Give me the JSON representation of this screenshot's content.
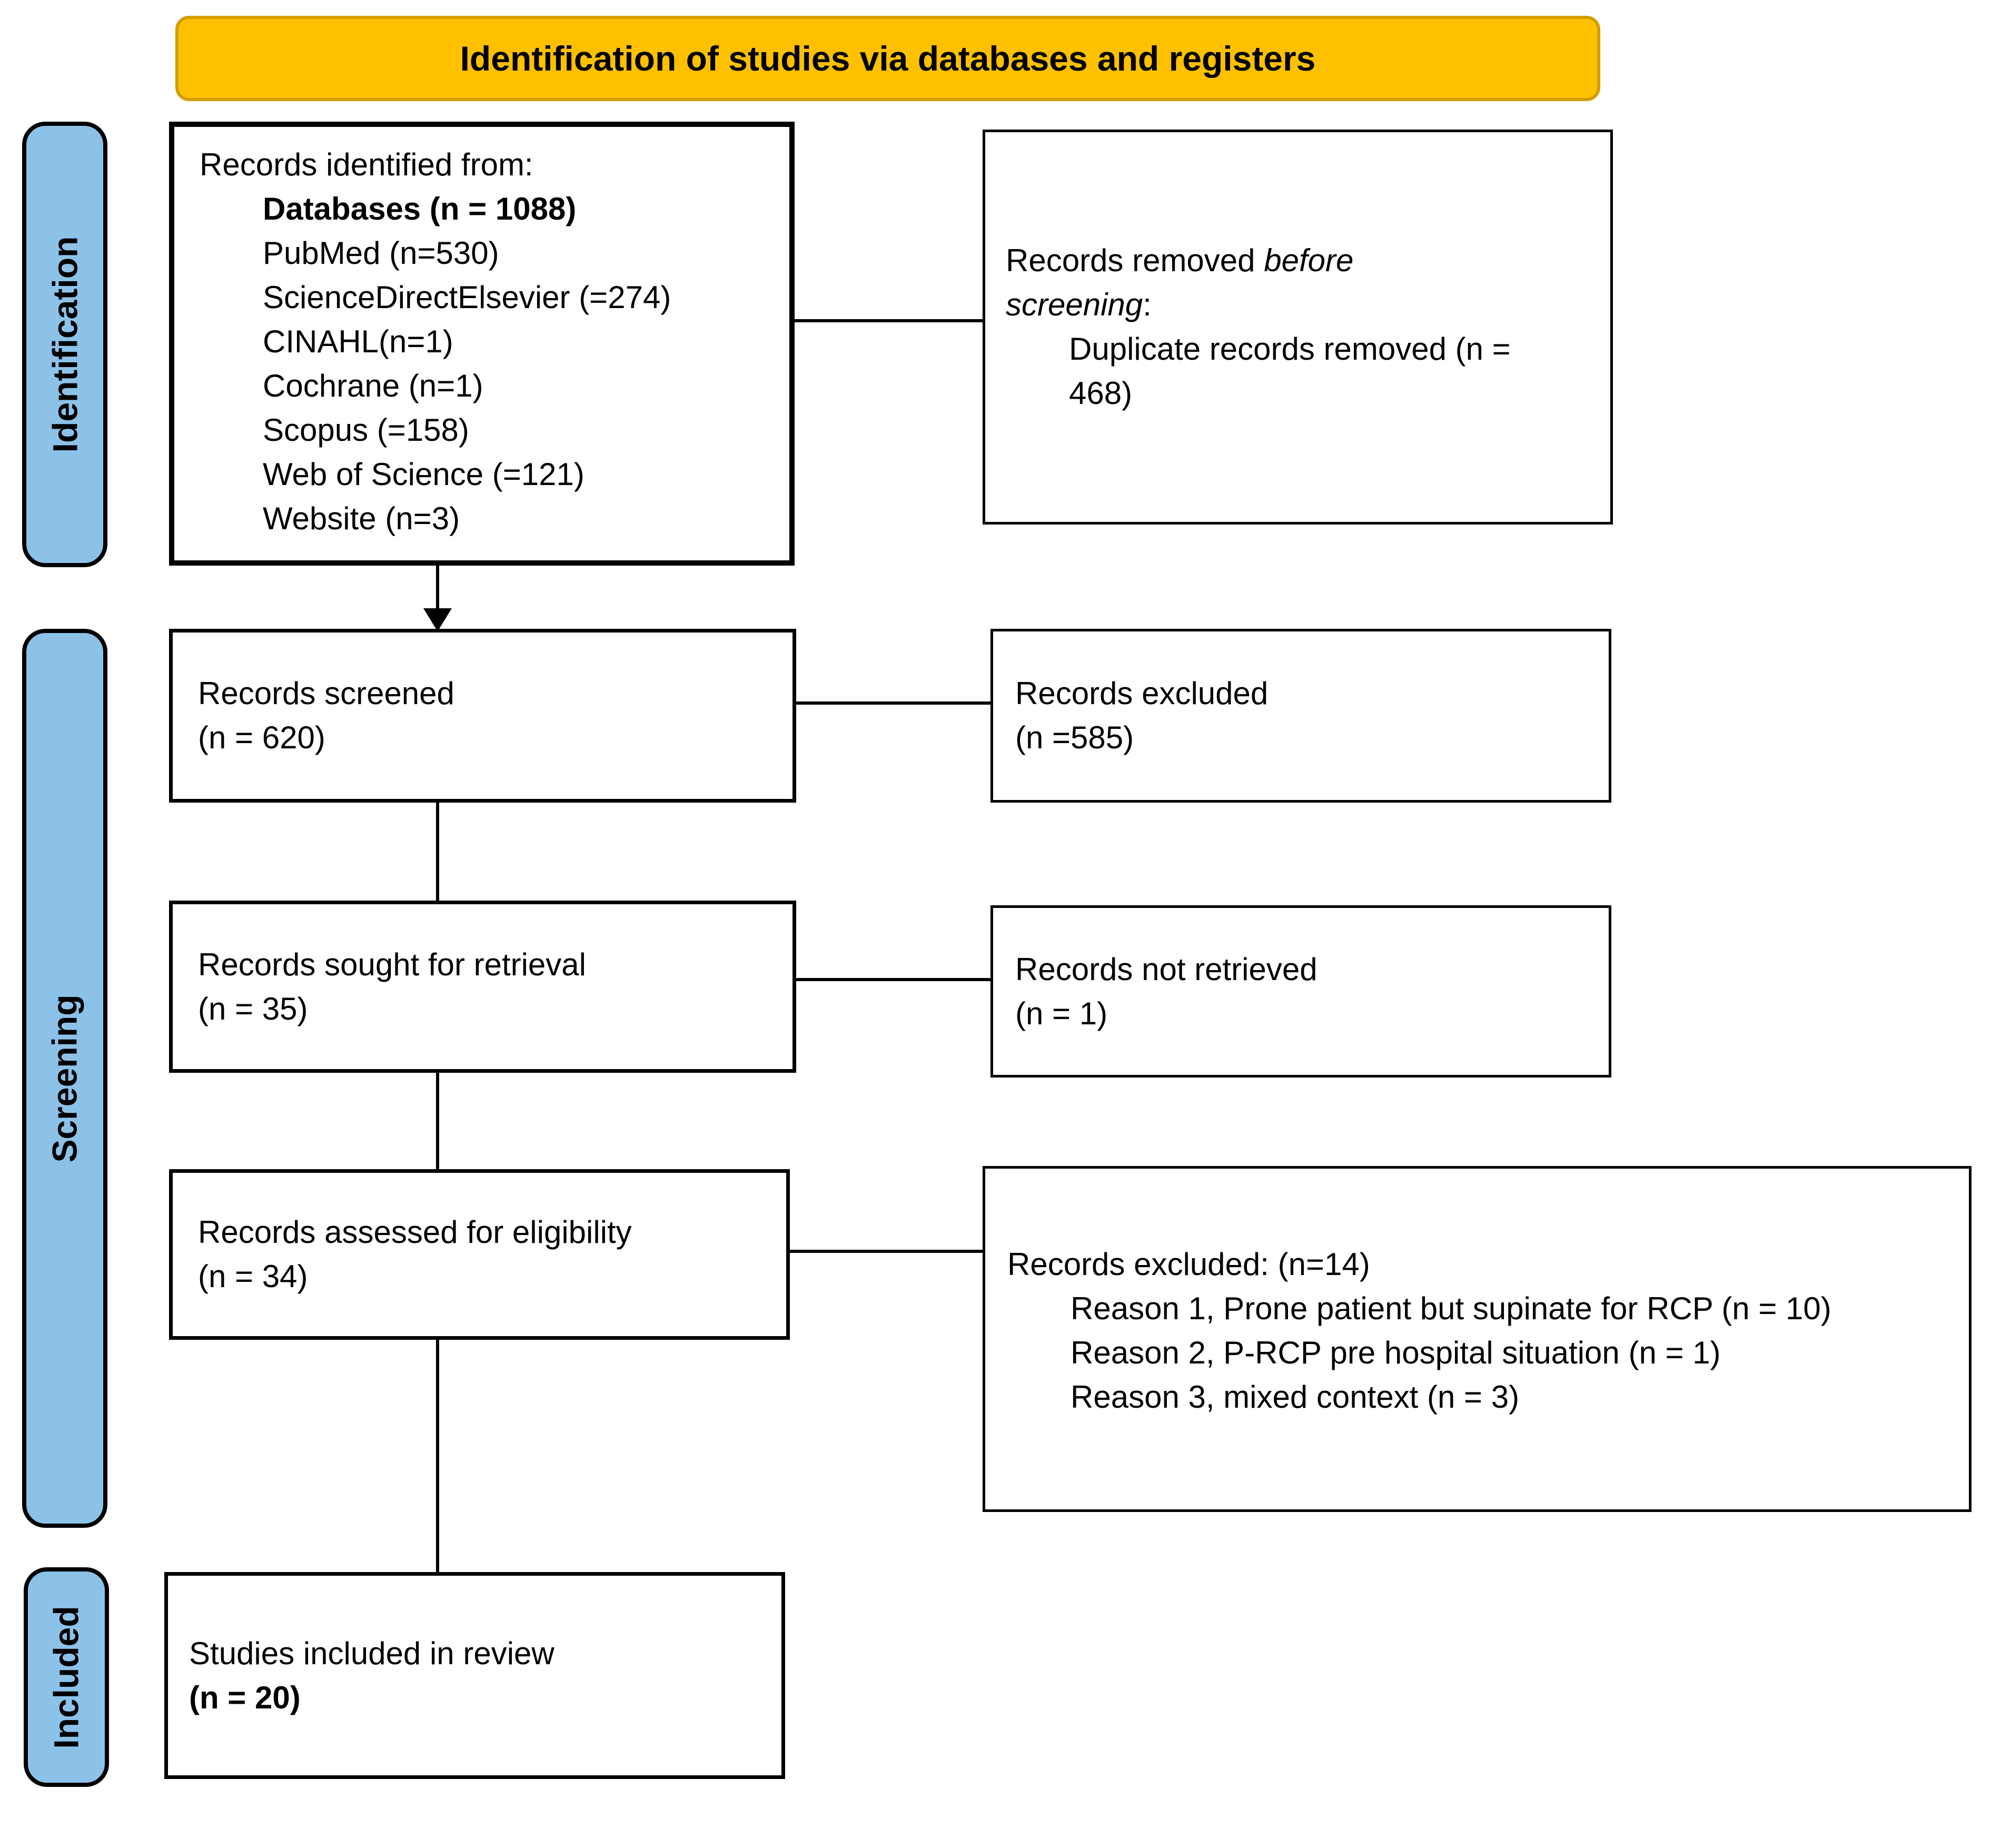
{
  "banner": {
    "title": "Identification of studies via databases and registers"
  },
  "stages": {
    "identification": "Identification",
    "screening": "Screening",
    "included": "Included"
  },
  "boxes": {
    "identified": {
      "title": "Records identified from:",
      "lines": [
        "Databases (n = 1088)",
        "PubMed (n=530)",
        "ScienceDirectElsevier (=274)",
        "CINAHL(n=1)",
        "Cochrane (n=1)",
        "Scopus (=158)",
        "Web of Science (=121)",
        "Website (n=3)"
      ]
    },
    "removed_before_screening": {
      "line1_regular": "Records removed ",
      "line1_italic": "before",
      "line2_italic": "screening",
      "line2_suffix": ":",
      "detail_line1": "Duplicate records removed (n =",
      "detail_line2": "468)"
    },
    "screened": {
      "line1": "Records screened",
      "line2": "(n = 620)"
    },
    "records_excluded": {
      "line1": "Records excluded",
      "line2": "(n =585)"
    },
    "sought": {
      "line1": "Records sought for retrieval",
      "line2": "(n = 35)"
    },
    "not_retrieved": {
      "line1": "Records not retrieved",
      "line2": "(n = 1)"
    },
    "assessed": {
      "line1": "Records assessed for eligibility",
      "line2": "(n = 34)"
    },
    "excluded_reasons": {
      "title": "Records excluded: (n=14)",
      "reasons": [
        "Reason 1, Prone patient but supinate for RCP (n = 10)",
        "Reason 2, P-RCP pre hospital situation (n = 1)",
        "Reason 3, mixed context (n = 3)"
      ]
    },
    "included_studies": {
      "line1": "Studies included in review",
      "line2": "(n = 20)"
    }
  },
  "colors": {
    "banner_bg": "#FFC000",
    "banner_border": "#D29E00",
    "stage_bg": "#8CC2E8",
    "stage_border": "#000000",
    "box_border": "#000000"
  }
}
